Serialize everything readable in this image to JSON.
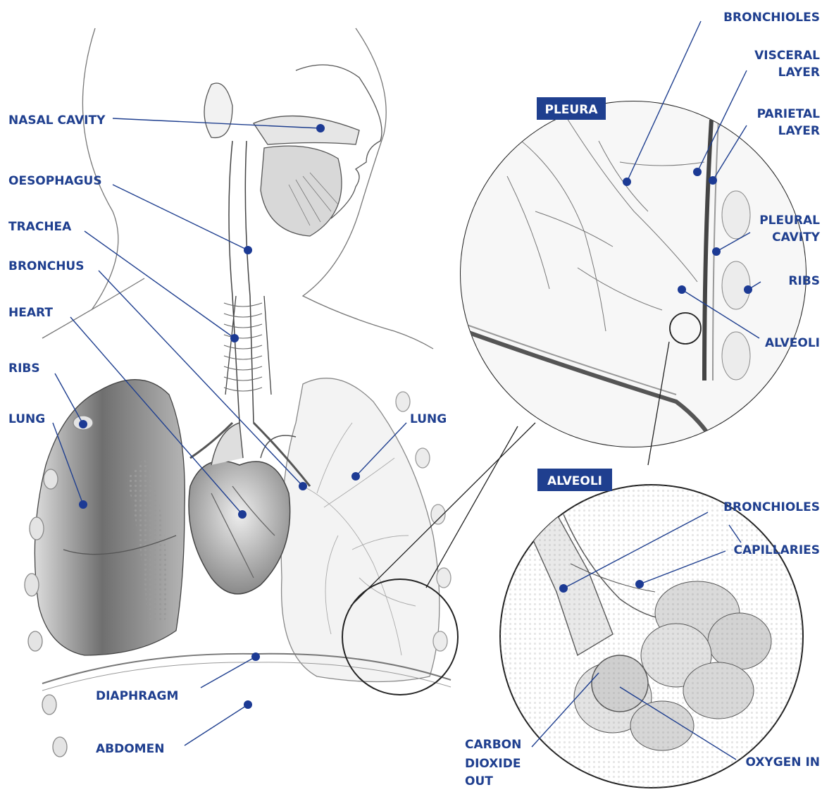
{
  "colors": {
    "label": "#1f3f8f",
    "dot": "#1c3a94",
    "tag_bg": "#1f3f8f",
    "tag_text": "#ffffff",
    "line": "#1f3f8f",
    "ink": "#3a3a3a",
    "shade": "#9a9a9a"
  },
  "tags": {
    "pleura": "PLEURA",
    "alveoli": "ALVEOLI"
  },
  "labels": {
    "nasal_cavity": "NASAL CAVITY",
    "oesophagus": "OESOPHAGUS",
    "trachea": "TRACHEA",
    "bronchus": "BRONCHUS",
    "heart": "HEART",
    "ribs_left": "RIBS",
    "lung_left": "LUNG",
    "lung_right": "LUNG",
    "diaphragm": "DIAPHRAGM",
    "abdomen": "ABDOMEN",
    "bronchioles_top": "BRONCHIOLES",
    "visceral": [
      "VISCERAL",
      "LAYER"
    ],
    "parietal": [
      "PARIETAL",
      "LAYER"
    ],
    "pleural_cavity": [
      "PLEURAL",
      "CAVITY"
    ],
    "ribs_right": "RIBS",
    "alveoli_label": "ALVEOLI",
    "bronchioles_bottom": "BRONCHIOLES",
    "capillaries": "CAPILLARIES",
    "carbon_dioxide": [
      "CARBON",
      "DIOXIDE",
      "OUT"
    ],
    "oxygen_in": "OXYGEN IN"
  }
}
